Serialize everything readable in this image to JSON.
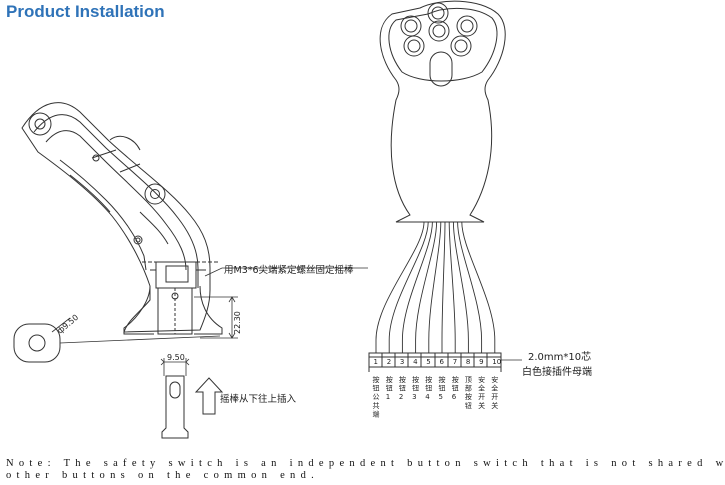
{
  "title": "Product Installation",
  "note_line1": "Note: The safety switch is an independent button switch that is not shared with",
  "note_line2": "other buttons on the common end.",
  "labels": {
    "fix_screw": "用M3*6尖端紧定螺丝固定摇棒",
    "insert_direction": "摇棒从下往上插入",
    "connector_line1": "2.0mm*10芯",
    "connector_line2": "白色接插件母端",
    "dim_height": "22.30",
    "dim_width": "9.50",
    "dim_diameter": "ф9.50"
  },
  "pin_numbers": [
    "1",
    "2",
    "3",
    "4",
    "5",
    "6",
    "7",
    "8",
    "9",
    "10"
  ],
  "pin_labels": [
    "按钮公共端",
    "按钮1",
    "按钮2",
    "按钮3",
    "按钮4",
    "按钮5",
    "按钮6",
    "顶部按钮",
    "安全开关",
    "安全开关"
  ],
  "colors": {
    "title": "#2f73b8",
    "line": "#333333"
  }
}
